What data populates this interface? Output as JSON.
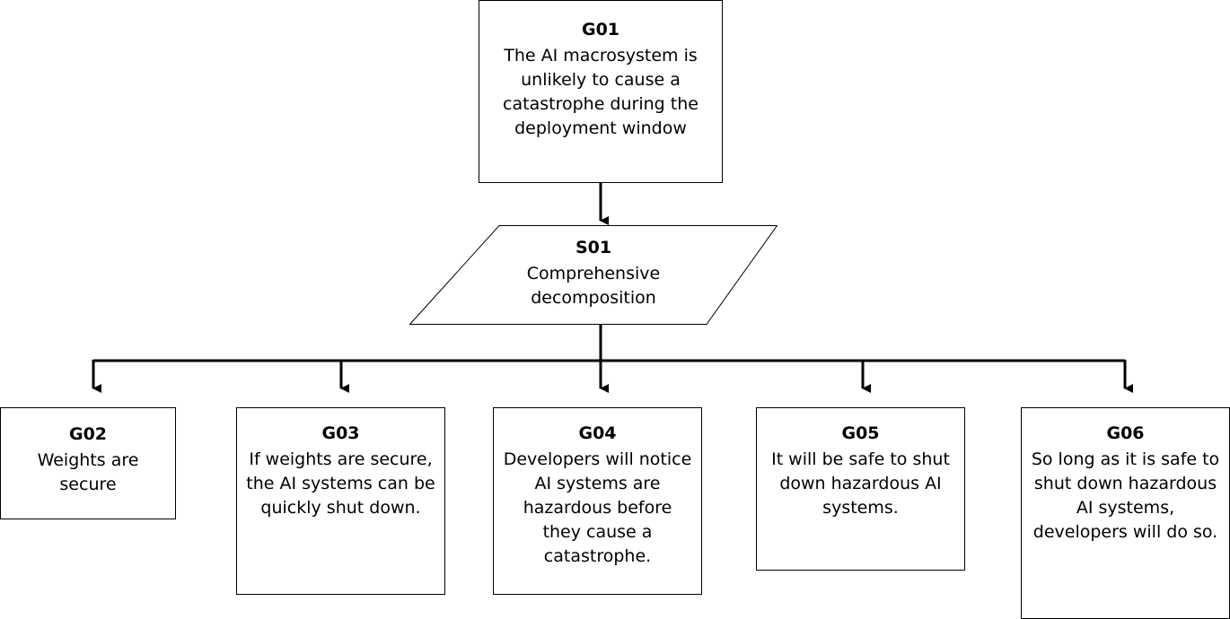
{
  "diagram": {
    "nodes": [
      {
        "key": "g01",
        "id": "G01",
        "text": "The AI macrosystem is unlikely to cause a catastrophe during the deployment window"
      },
      {
        "key": "s01",
        "id": "S01",
        "text": "Comprehensive decomposition"
      },
      {
        "key": "g02",
        "id": "G02",
        "text": "Weights are secure"
      },
      {
        "key": "g03",
        "id": "G03",
        "text": "If weights are secure, the AI systems can be quickly shut down."
      },
      {
        "key": "g04",
        "id": "G04",
        "text": "Developers will notice AI systems are hazardous before they cause a catastrophe."
      },
      {
        "key": "g05",
        "id": "G05",
        "text": "It will be safe to shut down hazardous AI systems."
      },
      {
        "key": "g06",
        "id": "G06",
        "text": "So long as it is safe to shut down hazardous AI systems, developers will do so."
      }
    ],
    "edges": [
      {
        "from": "G01",
        "to": "S01"
      },
      {
        "from": "S01",
        "to": "G02"
      },
      {
        "from": "S01",
        "to": "G03"
      },
      {
        "from": "S01",
        "to": "G04"
      },
      {
        "from": "S01",
        "to": "G05"
      },
      {
        "from": "S01",
        "to": "G06"
      }
    ],
    "colors": {
      "stroke": "#000000",
      "fill": "#ffffff",
      "text": "#000000"
    }
  }
}
